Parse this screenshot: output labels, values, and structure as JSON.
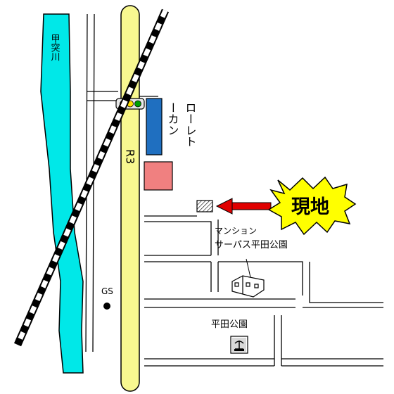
{
  "map": {
    "river_label": "甲突川",
    "route_label": "R3",
    "store_label": "ローレトーカン",
    "destination_label": "現地",
    "mansion_label_line1": "マンション",
    "mansion_label_line2": "サーパス平田公園",
    "gas_station_label": "GS",
    "park_label": "平田公園",
    "colors": {
      "river": "#00e8e8",
      "route": "#f8f890",
      "store_blue": "#1f6fc0",
      "store_pink": "#f08080",
      "arrow": "#e00000",
      "burst": "#ffff00",
      "rail_dark": "#000000",
      "rail_light": "#ffffff"
    }
  }
}
